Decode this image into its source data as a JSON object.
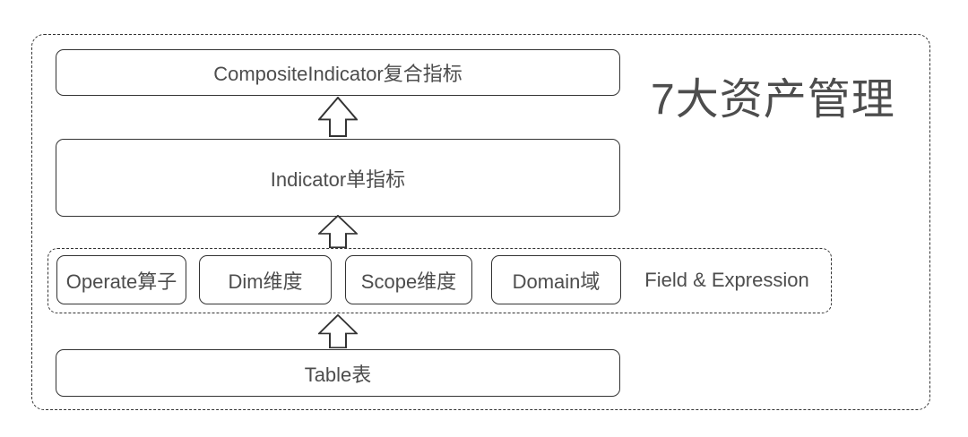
{
  "diagram": {
    "title": "7大资产管理",
    "layers": {
      "composite": "CompositeIndicator复合指标",
      "indicator": "Indicator单指标",
      "table": "Table表"
    },
    "field_group": {
      "label": "Field & Expression",
      "items": [
        "Operate算子",
        "Dim维度",
        "Scope维度",
        "Domain域"
      ]
    },
    "icons": {
      "up_arrow": "hollow-up-arrow"
    },
    "colors": {
      "border": "#333333",
      "text": "#4d4d4d",
      "background": "#ffffff"
    }
  }
}
